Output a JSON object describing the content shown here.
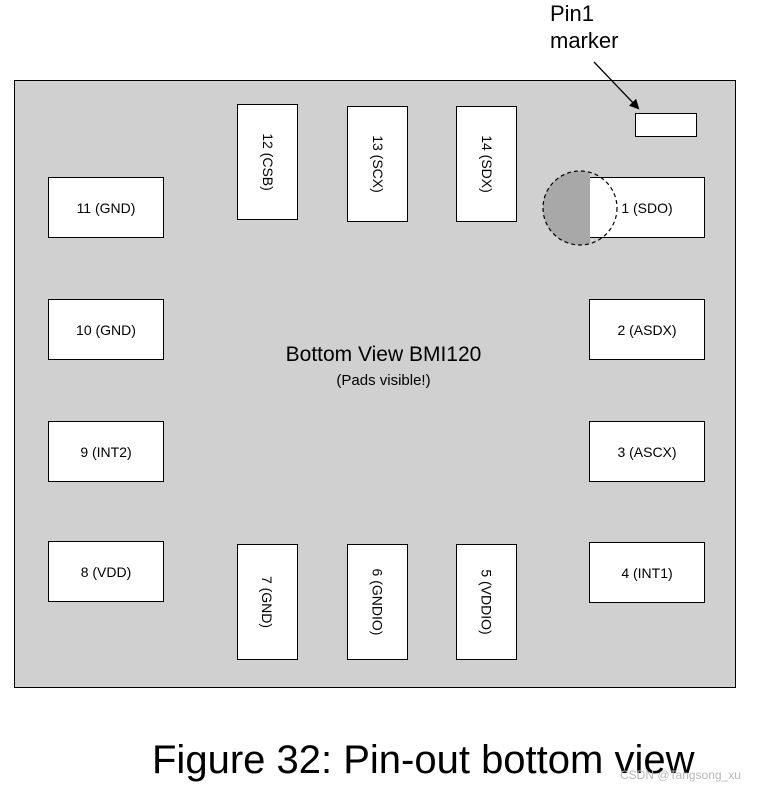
{
  "pin1_label": {
    "line1": "Pin1",
    "line2": "marker"
  },
  "center": {
    "title": "Bottom View BMI120",
    "subtitle": "(Pads visible!)"
  },
  "pads": {
    "p1": "1 (SDO)",
    "p2": "2 (ASDX)",
    "p3": "3 (ASCX)",
    "p4": "4 (INT1)",
    "p5": "5 (VDDIO)",
    "p6": "6 (GNDIO)",
    "p7": "7 (GND)",
    "p8": "8 (VDD)",
    "p9": "9 (INT2)",
    "p10": "10 (GND)",
    "p11": "11 (GND)",
    "p12": "12 (CSB)",
    "p13": "13 (SCX)",
    "p14": "14 (SDX)"
  },
  "caption": "Figure 32: Pin-out bottom view",
  "watermark": "CSDN @Tangsong_xu",
  "colors": {
    "package": "#d0d0d0",
    "pad": "#ffffff",
    "highlight": "#a8a8a8"
  }
}
